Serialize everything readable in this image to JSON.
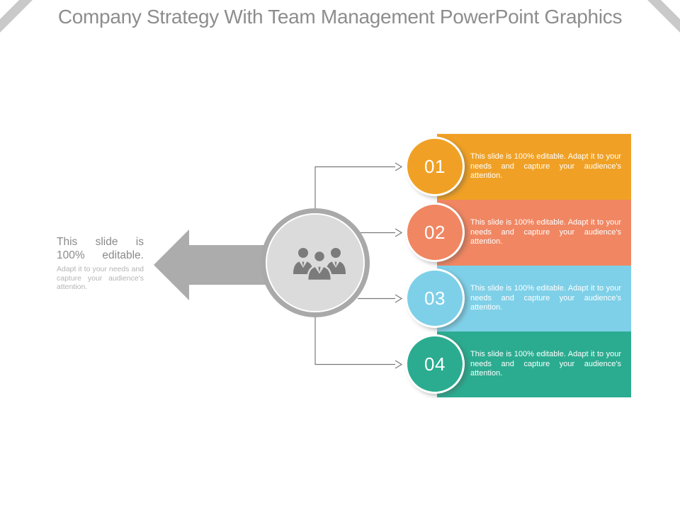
{
  "slide": {
    "title": "Company Strategy With Team Management PowerPoint Graphics"
  },
  "left_note": {
    "headline_line1": "This slide is",
    "headline_line2": "100% editable.",
    "body": "Adapt it to your needs and capture your audience's attention."
  },
  "hub": {
    "icon": "team-icon"
  },
  "items": [
    {
      "number": "01",
      "color": "#F0A125",
      "text": "This slide is 100% editable. Adapt it to your needs and capture your audience's attention."
    },
    {
      "number": "02",
      "color": "#F08662",
      "text": "This slide is 100% editable. Adapt it to your needs and capture your audience's attention."
    },
    {
      "number": "03",
      "color": "#7ED0E8",
      "text": "This slide is 100% editable. Adapt it to your needs and capture your audience's attention."
    },
    {
      "number": "04",
      "color": "#2BAC90",
      "text": "This slide is 100% editable. Adapt it to your needs and capture your audience's attention."
    }
  ],
  "palette": {
    "accent_orange": "#F0A125",
    "accent_coral": "#F08662",
    "accent_blue": "#7ED0E8",
    "accent_teal": "#2BAC90",
    "gray_arrow": "#ACACAC",
    "gray_ring": "#A9A9A9",
    "gray_title": "#8D8D8D",
    "gray_connector": "#7A7A7A",
    "gray_corner": "#C9C9C9"
  }
}
